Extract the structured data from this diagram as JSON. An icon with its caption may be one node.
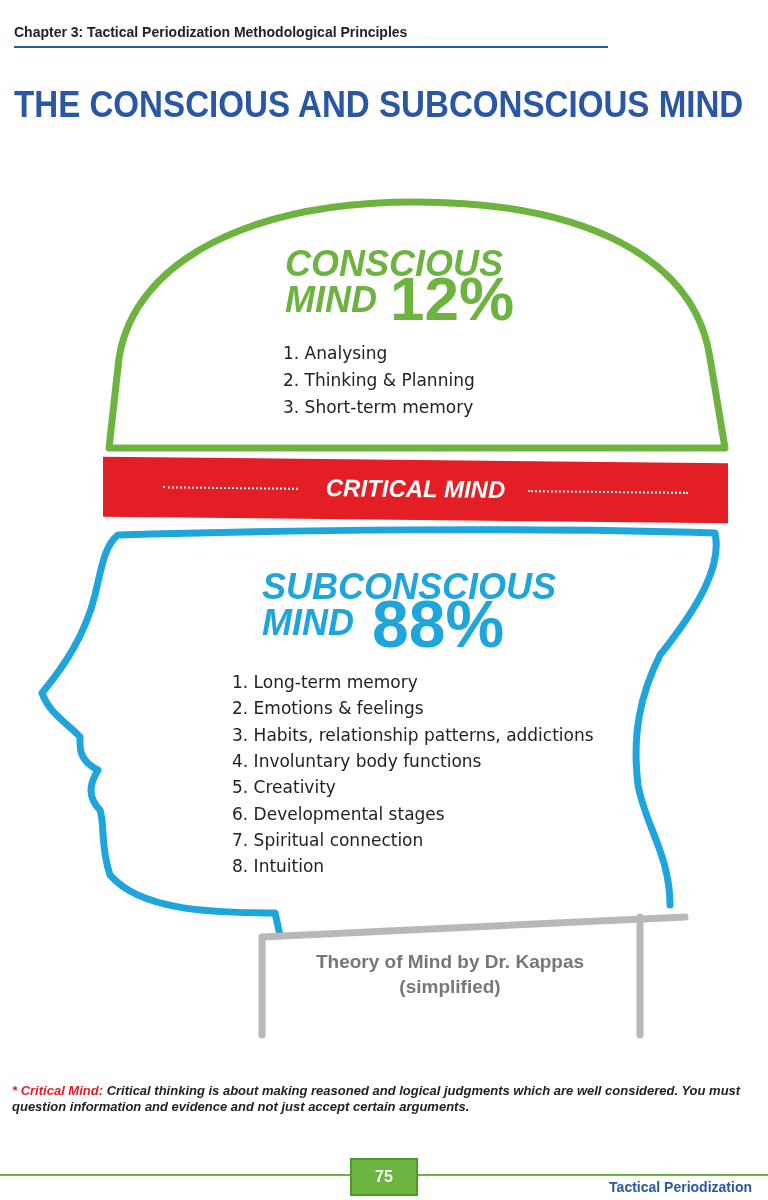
{
  "diagram": {
    "title": "THE CONSCIOUS AND SUBCONSCIOUS MIND",
    "nodes": [
      {
        "text": [
          "CONSCIOUS MIND",
          "12%",
          "1. Analysing",
          "2. Thinking & Planning",
          "3. Short-term memory"
        ]
      },
      {
        "text": [
          "CRITICAL MIND"
        ]
      },
      {
        "text": [
          "SUBCONSCIOUS MIND",
          "88%",
          "1. Long-term memory",
          "2. Emotions & feelings",
          "3. Habits, relationship patterns, addictions",
          "4. Involuntary body functions",
          "5. Creativity",
          "6. Developmental stages",
          "7. Spiritual connection",
          "8. Intuition"
        ]
      },
      {
        "text": [
          "Theory of Mind by Dr. Kappas (simplified)"
        ]
      }
    ],
    "labels": [
      "Chapter 3: Tactical Periodization Methodological Principles",
      "* Critical Mind:",
      "Critical thinking is about making reasoned and logical judgments which are well considered. You must question information and evidence and not just accept certain arguments.",
      "75",
      "Tactical Periodization"
    ]
  }
}
